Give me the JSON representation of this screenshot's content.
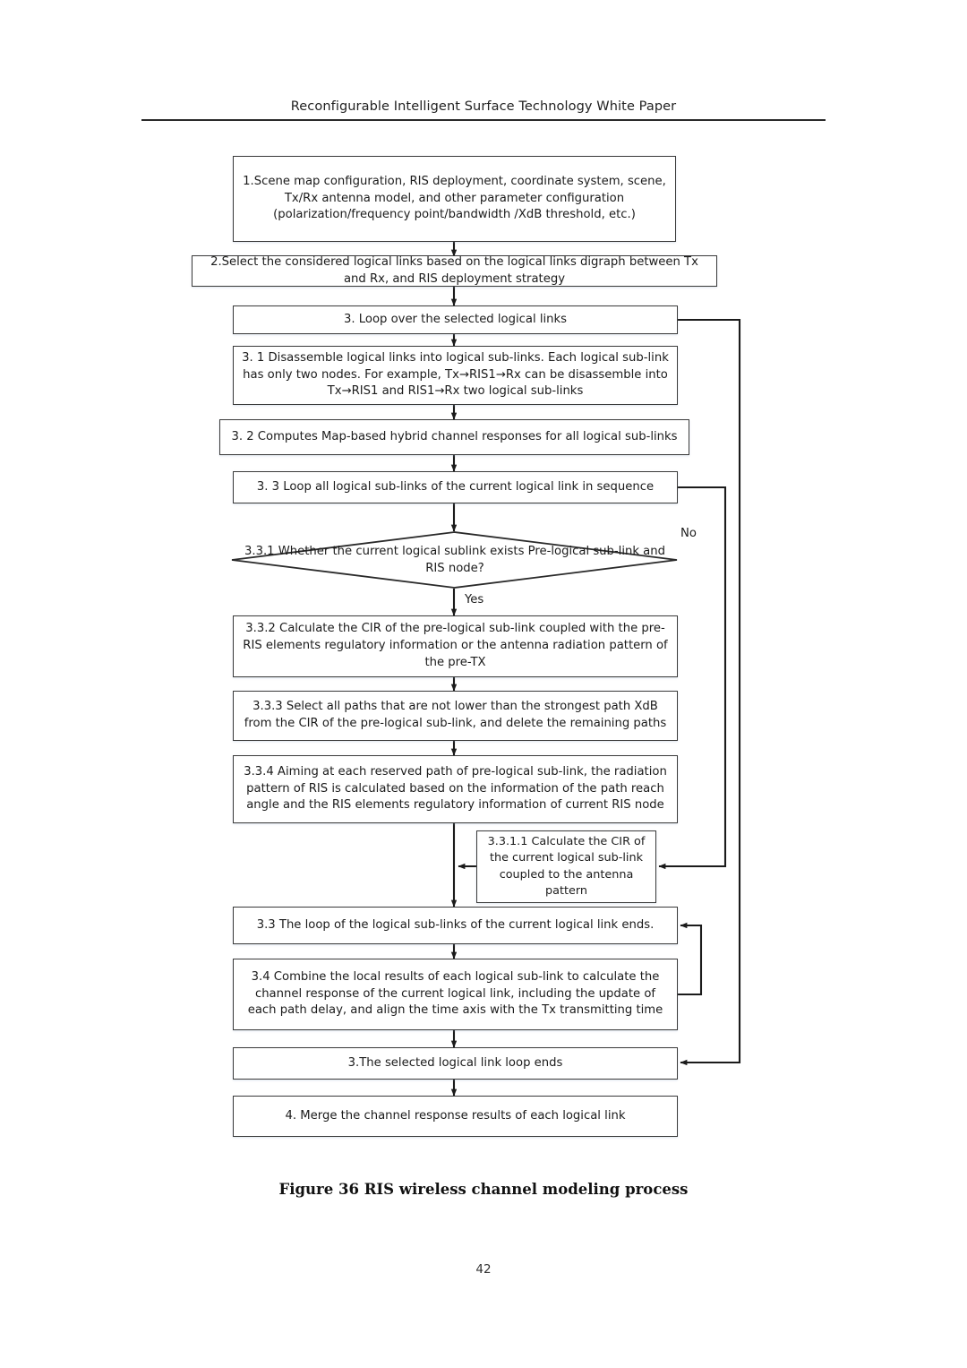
{
  "header": {
    "running_title": "Reconfigurable Intelligent Surface Technology White Paper"
  },
  "figure": {
    "caption": "Figure 36 RIS wireless channel modeling process",
    "page_number": "42"
  },
  "flowchart": {
    "type": "flowchart",
    "orientation": "top-to-bottom",
    "nodes": [
      {
        "id": "n1",
        "shape": "process",
        "text": "1.Scene map configuration, RIS deployment, coordinate system, scene, Tx/Rx antenna model, and other parameter configuration (polarization/frequency point/bandwidth /XdB threshold, etc.)"
      },
      {
        "id": "n2",
        "shape": "process",
        "text": "2.Select the considered logical links based on the logical links digraph between Tx and Rx,  and RIS deployment strategy"
      },
      {
        "id": "n3",
        "shape": "process",
        "text": "3. Loop over the selected logical links"
      },
      {
        "id": "n31",
        "shape": "process",
        "text": "3. 1 Disassemble logical links into logical sub-links. Each logical sub-link has only two nodes. For example, Tx→RIS1→Rx can be disassemble into Tx→RIS1 and RIS1→Rx two logical sub-links"
      },
      {
        "id": "n32",
        "shape": "process",
        "text": "3. 2  Computes Map-based hybrid channel responses for all logical sub-links"
      },
      {
        "id": "n33",
        "shape": "process",
        "text": "3. 3  Loop all logical sub-links of the current logical link in sequence"
      },
      {
        "id": "n331",
        "shape": "decision",
        "text": "3.3.1 Whether the current logical sublink exists Pre-logical sub-link and RIS node?"
      },
      {
        "id": "n332",
        "shape": "process",
        "text": "3.3.2 Calculate the CIR of the pre-logical sub-link coupled with the pre-RIS elements regulatory information or the antenna radiation pattern of the pre-TX"
      },
      {
        "id": "n333",
        "shape": "process",
        "text": "3.3.3 Select all paths that are not lower than the strongest path XdB from the CIR of the pre-logical sub-link, and delete the remaining paths"
      },
      {
        "id": "n334",
        "shape": "process",
        "text": "3.3.4 Aiming at each reserved path of  pre-logical sub-link, the radiation pattern of RIS is calculated based on the information of the path reach angle and the  RIS elements regulatory information of current RIS node"
      },
      {
        "id": "n3311",
        "shape": "process",
        "text": "3.3.1.1  Calculate the CIR of the current logical sub-link coupled to the antenna pattern"
      },
      {
        "id": "n33end",
        "shape": "process",
        "text": "3.3 The loop of the logical sub-links of the current logical link ends."
      },
      {
        "id": "n34",
        "shape": "process",
        "text": "3.4 Combine the local results of each logical sub-link to calculate the channel response of the current logical link, including the update of each path delay, and align the time axis with the Tx transmitting time"
      },
      {
        "id": "n3end",
        "shape": "process",
        "text": "3.The selected logical link loop ends"
      },
      {
        "id": "n4",
        "shape": "process",
        "text": "4. Merge the channel response results of each logical link"
      }
    ],
    "branch_labels": {
      "no": "No",
      "yes": "Yes"
    },
    "edges": [
      {
        "from": "n1",
        "to": "n2",
        "label": ""
      },
      {
        "from": "n2",
        "to": "n3",
        "label": ""
      },
      {
        "from": "n3",
        "to": "n31",
        "label": ""
      },
      {
        "from": "n31",
        "to": "n32",
        "label": ""
      },
      {
        "from": "n32",
        "to": "n33",
        "label": ""
      },
      {
        "from": "n33",
        "to": "n331",
        "label": ""
      },
      {
        "from": "n331",
        "to": "n332",
        "label": "Yes"
      },
      {
        "from": "n331",
        "to": "n3311",
        "label": "No"
      },
      {
        "from": "n332",
        "to": "n333",
        "label": ""
      },
      {
        "from": "n333",
        "to": "n334",
        "label": ""
      },
      {
        "from": "n334",
        "to": "n33end",
        "label": ""
      },
      {
        "from": "n3311",
        "to": "n33end",
        "label": ""
      },
      {
        "from": "n33end",
        "to": "n34",
        "label": ""
      },
      {
        "from": "n34",
        "to": "n33end",
        "label": ""
      },
      {
        "from": "n34",
        "to": "n3end",
        "label": ""
      },
      {
        "from": "n3",
        "to": "n3end",
        "label": ""
      },
      {
        "from": "n3end",
        "to": "n4",
        "label": ""
      }
    ],
    "colors": {
      "node_border": "#3a3a3a",
      "node_fill": "#ffffff",
      "connector": "#1b1b1b",
      "text": "#1b1b1b"
    }
  }
}
